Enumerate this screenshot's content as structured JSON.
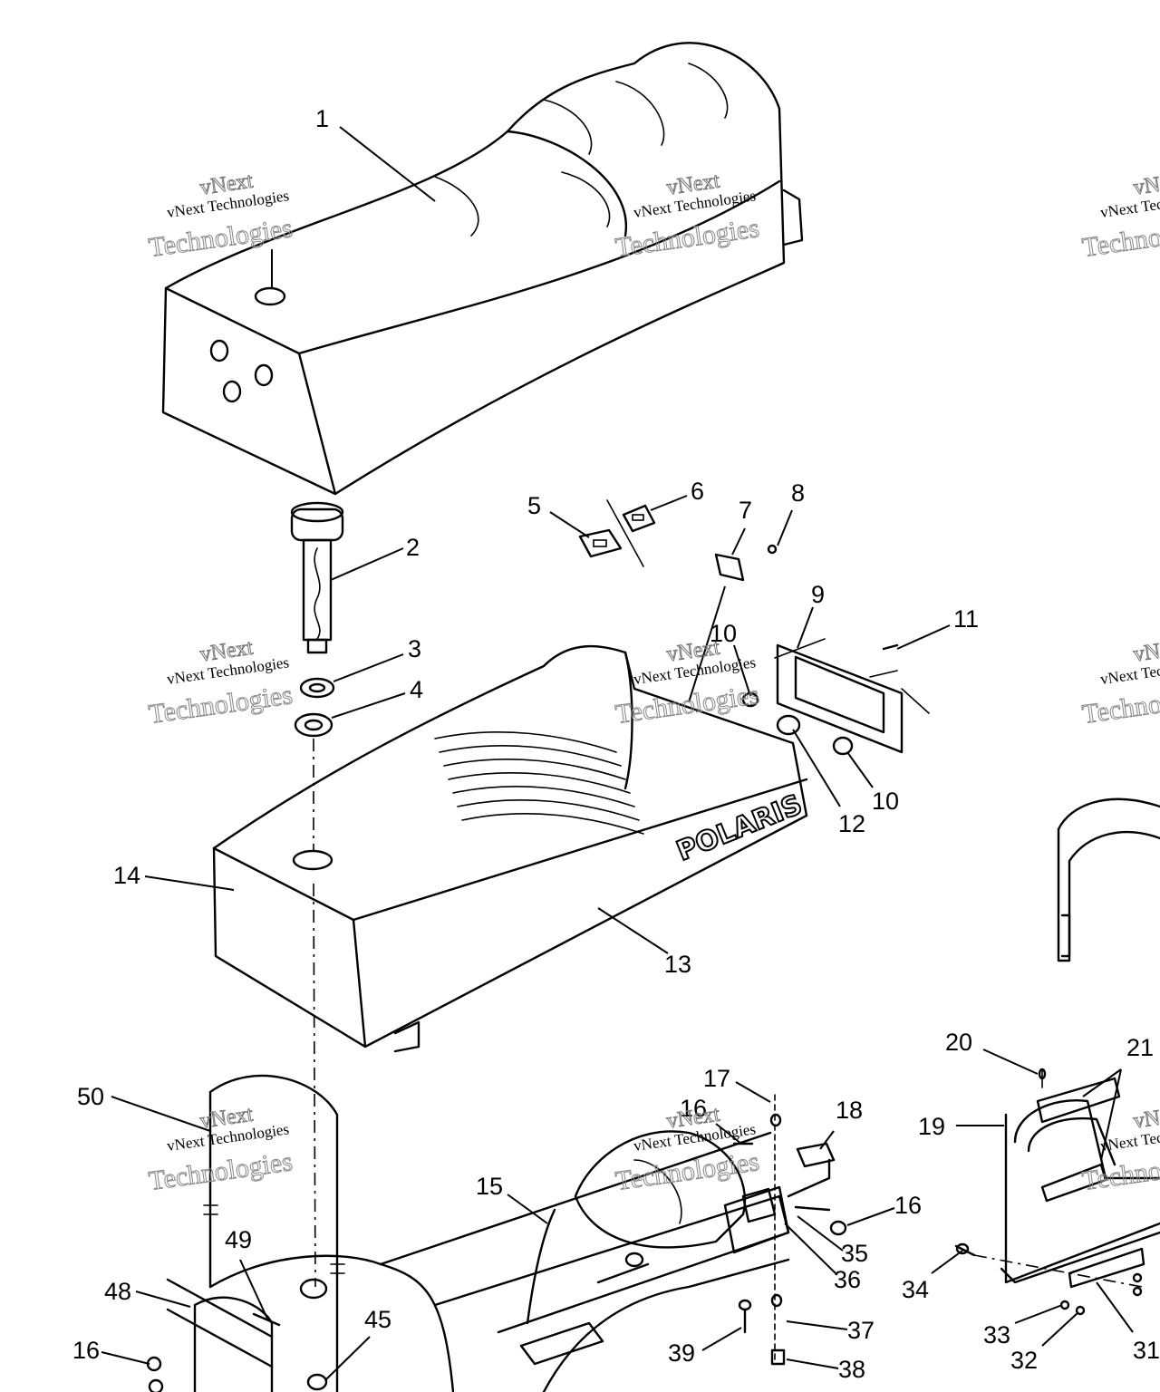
{
  "callouts": [
    "1",
    "2",
    "3",
    "4",
    "5",
    "6",
    "7",
    "8",
    "9",
    "10",
    "11",
    "10",
    "12",
    "14",
    "13",
    "50",
    "15",
    "17",
    "16",
    "18",
    "16",
    "35",
    "36",
    "37",
    "38",
    "39",
    "49",
    "48",
    "45",
    "16",
    "20",
    "21",
    "19",
    "34",
    "33",
    "32",
    "31"
  ],
  "watermark": {
    "line1": "vNext Technologies",
    "line2": "vNext",
    "line3": "Technologies"
  },
  "brand_logo": "POLARIS"
}
